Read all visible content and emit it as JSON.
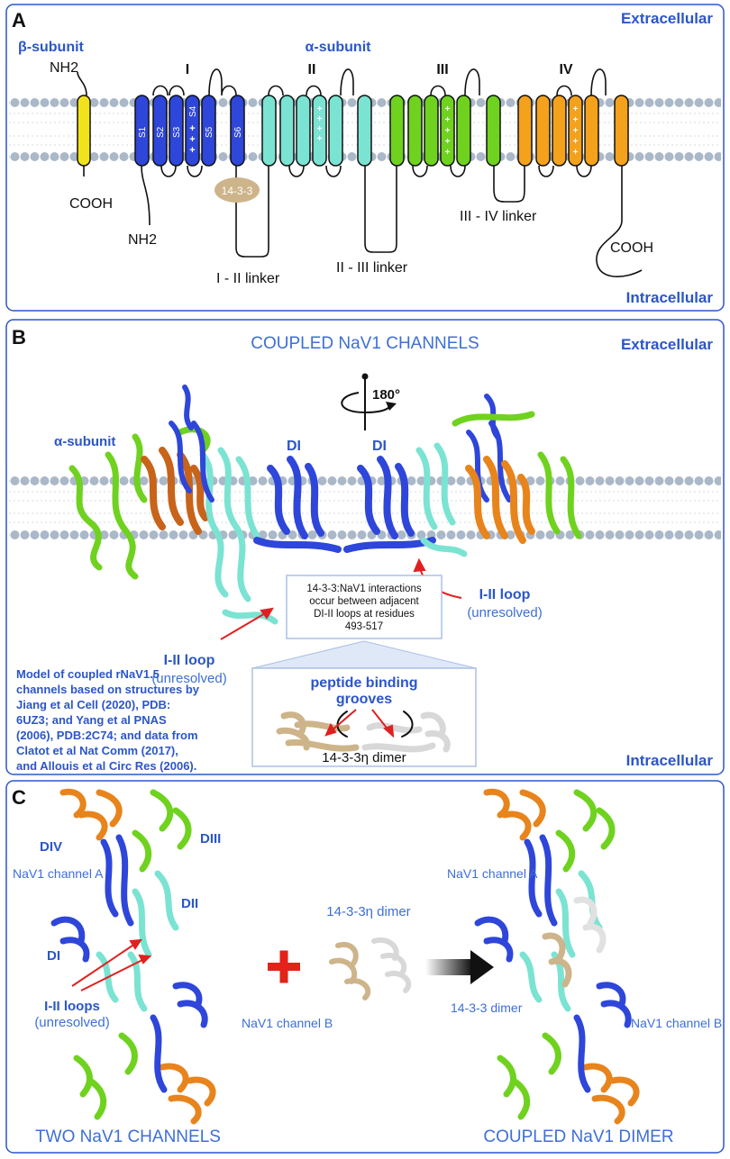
{
  "colors": {
    "panel_border": "#2b56c9",
    "heading_blue": "#2b56c9",
    "membrane_head": "#aab8c8",
    "beta_subunit": "#f2e21c",
    "domain_I": "#2e46d9",
    "domain_II": "#7be3d2",
    "domain_III": "#6fd21f",
    "domain_IV": "#f4a11c",
    "binding_protein": "#cdb48a",
    "dimer_grey": "#e1e1e1",
    "arrow_red": "#e02020",
    "plus_red": "#e32219"
  },
  "panel_a": {
    "letter": "A",
    "extracellular": "Extracellular",
    "intracellular": "Intracellular",
    "beta_title": "β-subunit",
    "alpha_title": "α-subunit",
    "beta_nh2": "NH2",
    "beta_cooh": "COOH",
    "alpha_nh2": "NH2",
    "alpha_cooh": "COOH",
    "domains": [
      "I",
      "II",
      "III",
      "IV"
    ],
    "segments": [
      "S1",
      "S2",
      "S3",
      "S4",
      "S5",
      "S6"
    ],
    "binding_label": "14-3-3",
    "linkers": [
      "I - II linker",
      "II - III linker",
      "III - IV linker"
    ],
    "s4_charges": "+ + + +"
  },
  "panel_b": {
    "letter": "B",
    "title": "COUPLED NaV1 CHANNELS",
    "extracellular": "Extracellular",
    "intracellular": "Intracellular",
    "rotation": "180°",
    "alpha_label": "α-subunit",
    "di_left": "DI",
    "di_right": "DI",
    "loop_label": "I-II loop",
    "unresolved": "(unresolved)",
    "callout_lines": [
      "14-3-3:NaV1 interactions",
      "occur between adjacent",
      "DI-II loops at residues",
      "493-517"
    ],
    "grooves_lines": [
      "peptide binding",
      "grooves"
    ],
    "dimer_label": "14-3-3η dimer",
    "model_lines": [
      "Model of coupled rNaV1.5",
      "channels based on structures by",
      "Jiang et al Cell (2020), PDB:",
      "6UZ3; and Yang et al PNAS",
      "(2006), PDB:2C74; and data from",
      "Clatot et al Nat Comm (2017),",
      "and Allouis et al Circ Res (2006)."
    ]
  },
  "panel_c": {
    "letter": "C",
    "DIV": "DIV",
    "DIII": "DIII",
    "DII": "DII",
    "DI": "DI",
    "channel_a": "NaV1 channel A",
    "channel_b": "NaV1 channel B",
    "loops": "I-II loops",
    "unresolved": "(unresolved)",
    "dimer_label": "14-3-3η dimer",
    "coupled_dimer_label": "14-3-3 dimer",
    "left_title": "TWO NaV1 CHANNELS",
    "right_title": "COUPLED NaV1 DIMER"
  }
}
